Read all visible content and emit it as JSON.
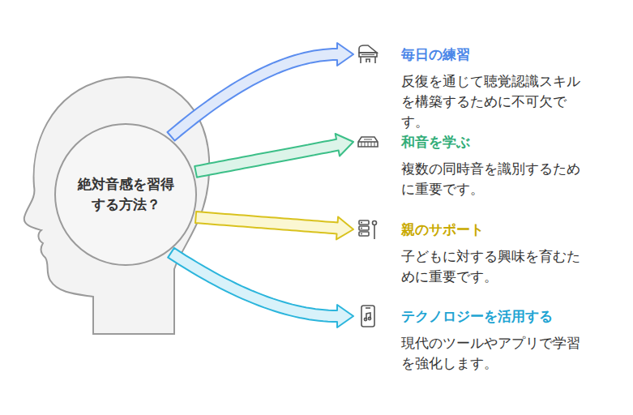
{
  "diagram": {
    "nodes": [
      {
        "text": [
          "絶対音感を習得する方法？"
        ]
      },
      {
        "text": [
          "毎日の練習",
          "反復を通じて聴覚認識スキルを構築するために不可欠です。"
        ]
      },
      {
        "text": [
          "和音を学ぶ",
          "複数の同時音を識別するために重要です。"
        ]
      },
      {
        "text": [
          "親のサポート",
          "子どもに対する興味を育むために重要です。"
        ]
      },
      {
        "text": [
          "テクノロジーを活用する",
          "現代のツールやアプリで学習を強化します。"
        ]
      }
    ],
    "edges": [
      {
        "from": 0,
        "to": 1,
        "arrow": "to"
      },
      {
        "from": 0,
        "to": 2,
        "arrow": "to"
      },
      {
        "from": 0,
        "to": 3,
        "arrow": "to"
      },
      {
        "from": 0,
        "to": 4,
        "arrow": "to"
      }
    ]
  }
}
